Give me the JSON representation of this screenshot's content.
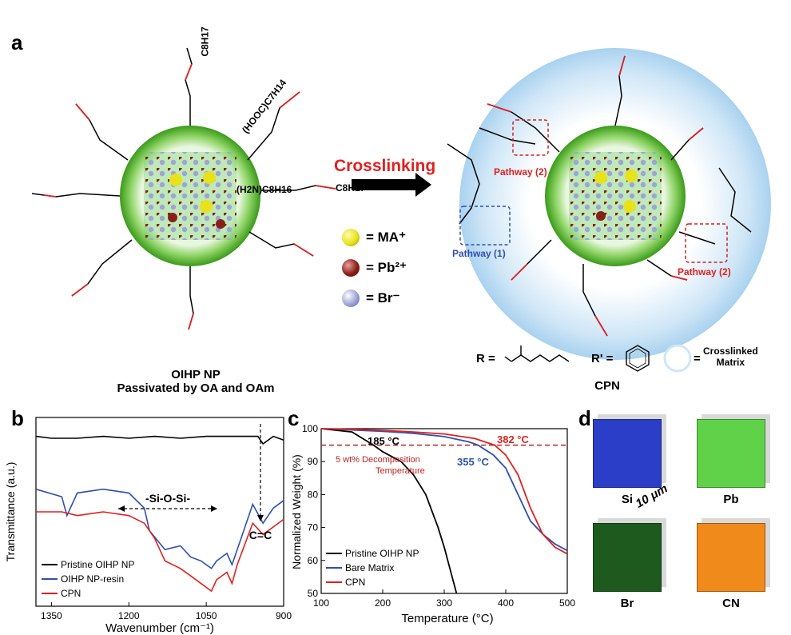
{
  "panel_a": {
    "letter": "a",
    "left_caption_line1": "OIHP NP",
    "left_caption_line2": "Passivated by OA and OAm",
    "arrow_label": "Crosslinking",
    "legend": [
      {
        "text": "= MA⁺",
        "color": "#e8e21a"
      },
      {
        "text": "= Pb²⁺",
        "color": "#8a1f1a"
      },
      {
        "text": "= Br⁻",
        "color": "#9fa3d6"
      }
    ],
    "ligands": {
      "a": "C8H17",
      "b": "(HOOC)C7H14",
      "c": "(H2N)C8H16",
      "d": "C8H17"
    },
    "pathway1": "Pathway (1)",
    "pathway2": "Pathway (2)",
    "r_label": "R =",
    "rprime_label": "R' =",
    "matrix_label_1": "Crosslinked",
    "matrix_label_2": "Matrix",
    "right_caption": "CPN",
    "equals": "="
  },
  "panel_b": {
    "letter": "b",
    "ylabel": "Transmittance (a.u.)",
    "xlabel": "Wavenumber (cm⁻¹)",
    "ticks": [
      "1350",
      "1200",
      "1050",
      "900"
    ],
    "annotation_sios": "-Si-O-Si-",
    "annotation_cc": "C=C",
    "legend": [
      {
        "name": "Pristine OIHP NP",
        "color": "#000000"
      },
      {
        "name": "OIHP NP-resin",
        "color": "#2f4fb0"
      },
      {
        "name": "CPN",
        "color": "#e02020"
      }
    ]
  },
  "panel_c": {
    "letter": "c",
    "ylabel": "Normalized Weight (%)",
    "xlabel": "Temperature (°C)",
    "yticks": [
      "100",
      "90",
      "80",
      "70",
      "60",
      "50"
    ],
    "xticks": [
      "100",
      "200",
      "300",
      "400",
      "500"
    ],
    "ann_185": "185 °C",
    "ann_382": "382 °C",
    "ann_355": "355 °C",
    "ann_decomp1": "5 wt% Decomposition",
    "ann_decomp2": "Temperature",
    "legend": [
      {
        "name": "Pristine OIHP NP",
        "color": "#000000"
      },
      {
        "name": "Bare Matrix",
        "color": "#2f4fb0"
      },
      {
        "name": "CPN",
        "color": "#e02020"
      }
    ]
  },
  "panel_d": {
    "letter": "d",
    "cubes": [
      {
        "label": "Si",
        "color": "#2a3ec8"
      },
      {
        "label": "Pb",
        "color": "#5fd24a"
      },
      {
        "label": "Br",
        "color": "#1e5a1e"
      },
      {
        "label": "CN",
        "color": "#f08a1a"
      }
    ],
    "scale": "10 μm"
  },
  "chart_data": [
    {
      "type": "line",
      "title": "",
      "xlabel": "Wavenumber (cm⁻¹)",
      "ylabel": "Transmittance (a.u.)",
      "xlim": [
        1380,
        900
      ],
      "series": [
        {
          "name": "Pristine OIHP NP",
          "x": [
            1380,
            1350,
            1300,
            1250,
            1200,
            1150,
            1100,
            1050,
            1000,
            950,
            940,
            920,
            900
          ],
          "y": [
            0.9,
            0.89,
            0.89,
            0.9,
            0.89,
            0.9,
            0.89,
            0.9,
            0.9,
            0.9,
            0.86,
            0.9,
            0.88
          ]
        },
        {
          "name": "OIHP NP-resin",
          "x": [
            1380,
            1330,
            1320,
            1300,
            1250,
            1200,
            1170,
            1160,
            1130,
            1100,
            1080,
            1060,
            1040,
            1030,
            1010,
            1000,
            990,
            960,
            940,
            920,
            900
          ],
          "y": [
            0.62,
            0.58,
            0.48,
            0.6,
            0.62,
            0.6,
            0.52,
            0.4,
            0.3,
            0.32,
            0.26,
            0.24,
            0.2,
            0.24,
            0.28,
            0.22,
            0.3,
            0.54,
            0.44,
            0.52,
            0.56
          ]
        },
        {
          "name": "CPN",
          "x": [
            1380,
            1330,
            1300,
            1250,
            1200,
            1170,
            1150,
            1130,
            1100,
            1080,
            1060,
            1040,
            1030,
            1010,
            1000,
            990,
            960,
            940,
            920,
            900
          ],
          "y": [
            0.5,
            0.5,
            0.48,
            0.5,
            0.48,
            0.44,
            0.36,
            0.24,
            0.2,
            0.16,
            0.12,
            0.08,
            0.14,
            0.18,
            0.12,
            0.22,
            0.44,
            0.38,
            0.42,
            0.46
          ]
        }
      ]
    },
    {
      "type": "line",
      "title": "",
      "xlabel": "Temperature (°C)",
      "ylabel": "Normalized Weight (%)",
      "xlim": [
        100,
        500
      ],
      "ylim": [
        50,
        100
      ],
      "series": [
        {
          "name": "Pristine OIHP NP",
          "x": [
            100,
            150,
            185,
            200,
            230,
            250,
            270,
            290,
            300,
            310,
            320
          ],
          "y": [
            100,
            99,
            95,
            93,
            90,
            86,
            80,
            70,
            64,
            57,
            50
          ]
        },
        {
          "name": "Bare Matrix",
          "x": [
            100,
            150,
            200,
            250,
            300,
            340,
            355,
            380,
            400,
            420,
            440,
            460,
            480,
            500
          ],
          "y": [
            100,
            99.6,
            99.2,
            98.6,
            97.6,
            96,
            95,
            92,
            88,
            80,
            72,
            68,
            65,
            63
          ]
        },
        {
          "name": "CPN",
          "x": [
            100,
            150,
            200,
            250,
            300,
            350,
            382,
            400,
            420,
            440,
            460,
            480,
            500
          ],
          "y": [
            100,
            99.8,
            99.5,
            99,
            98.4,
            97,
            95,
            92,
            86,
            76,
            68,
            64,
            62
          ]
        }
      ],
      "reference_line": {
        "y": 95,
        "style": "dashed",
        "color": "#c02020"
      }
    }
  ]
}
